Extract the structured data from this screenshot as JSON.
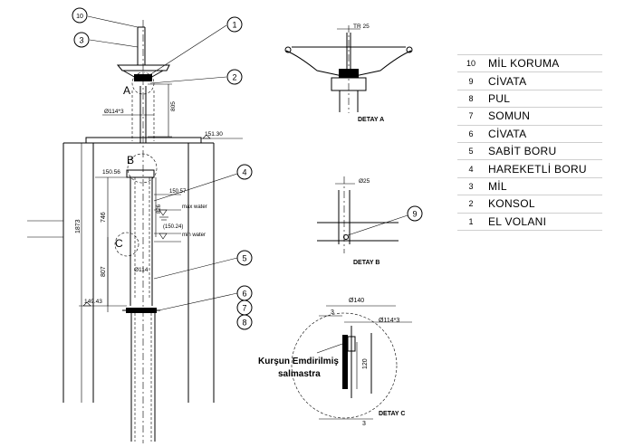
{
  "parts": [
    {
      "no": "10",
      "name": "MİL KORUMA"
    },
    {
      "no": "9",
      "name": "CİVATA"
    },
    {
      "no": "8",
      "name": "PUL"
    },
    {
      "no": "7",
      "name": "SOMUN"
    },
    {
      "no": "6",
      "name": "CİVATA"
    },
    {
      "no": "5",
      "name": "SABİT BORU"
    },
    {
      "no": "4",
      "name": "HAREKETLİ BORU"
    },
    {
      "no": "3",
      "name": "MİL"
    },
    {
      "no": "2",
      "name": "KONSOL"
    },
    {
      "no": "1",
      "name": "EL VOLANI"
    }
  ],
  "balloons": {
    "b10": "10",
    "b3": "3",
    "b1": "1",
    "b2": "2",
    "b4": "4",
    "b5": "5",
    "b6": "6",
    "b7": "7",
    "b8": "8",
    "b9": "9"
  },
  "detail_marks": {
    "a": "A",
    "b": "B",
    "c": "C"
  },
  "main_dims": {
    "d114": "Ø114*3",
    "d805": "805",
    "elev_15130": "151.30",
    "elev_15056": "150.56",
    "elev_15057": "150.57",
    "elev_15024": "(150.24)",
    "max_water": "max water",
    "min_water": "min water",
    "d746": "746",
    "d826": "826",
    "d1873": "1873",
    "d807": "807",
    "d114b": "Ø114",
    "elev_14943": "149.43"
  },
  "detail_a": {
    "title": "DETAY A",
    "tr": "TR 25"
  },
  "detail_b": {
    "title": "DETAY B",
    "d25": "Ø25"
  },
  "detail_c": {
    "title": "DETAY C",
    "d140": "Ø140",
    "d114": "Ø114*3",
    "d120": "120",
    "d3a": "3",
    "d3b": "3",
    "note_line1": "Kurşun Emdirilmiş",
    "note_line2": "salmastra"
  }
}
